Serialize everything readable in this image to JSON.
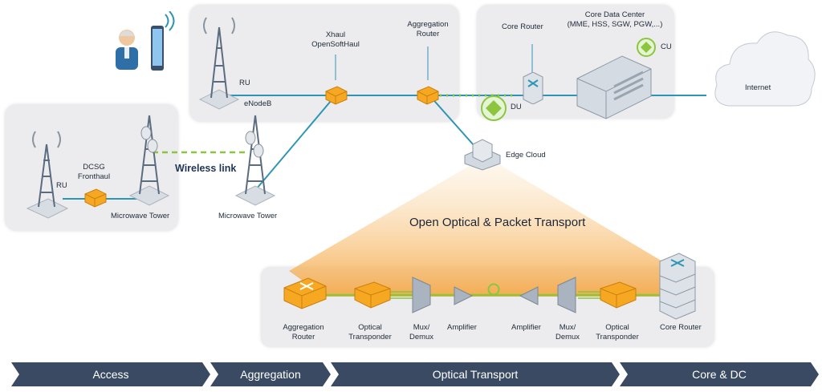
{
  "labels": {
    "ru_left": "RU",
    "dcsg_fronthaul": "DCSG\nFronthaul",
    "microwave_tower_left": "Microwave Tower",
    "wireless_link": "Wireless link",
    "ru_top": "RU",
    "enodeb": "eNodeB",
    "microwave_tower_mid": "Microwave Tower",
    "xhaul": "Xhaul\nOpenSoftHaul",
    "aggregation_router_top": "Aggregation\nRouter",
    "du": "DU",
    "edge_cloud": "Edge Cloud",
    "core_router_top": "Core Router",
    "core_dc": "Core Data Center\n(MME, HSS, SGW, PGW,...)",
    "cu": "CU",
    "internet": "Internet",
    "open_optical": "Open Optical & Packet Transport",
    "aggregation_router_bottom": "Aggregation\nRouter",
    "optical_transponder_left": "Optical\nTransponder",
    "mux_demux_left": "Mux/\nDemux",
    "amplifier_left": "Amplifier",
    "amplifier_right": "Amplifier",
    "mux_demux_right": "Mux/\nDemux",
    "optical_transponder_right": "Optical\nTransponder",
    "core_router_bottom": "Core Router"
  },
  "segments": [
    "Access",
    "Aggregation",
    "Optical Transport",
    "Core & DC"
  ],
  "colors": {
    "panel": "#ececee",
    "link": "#2e95b5",
    "green_link": "#8cc63f",
    "orange": "#f7a823",
    "chevron": "#3a4a62",
    "cone": "#f7b35a"
  },
  "icons": [
    "person-icon",
    "phone-icon",
    "cell-tower-icon",
    "router-icon",
    "data-center-icon",
    "cloud-icon",
    "edge-cloud-icon",
    "server-rack-icon",
    "mux-icon",
    "amplifier-icon"
  ]
}
